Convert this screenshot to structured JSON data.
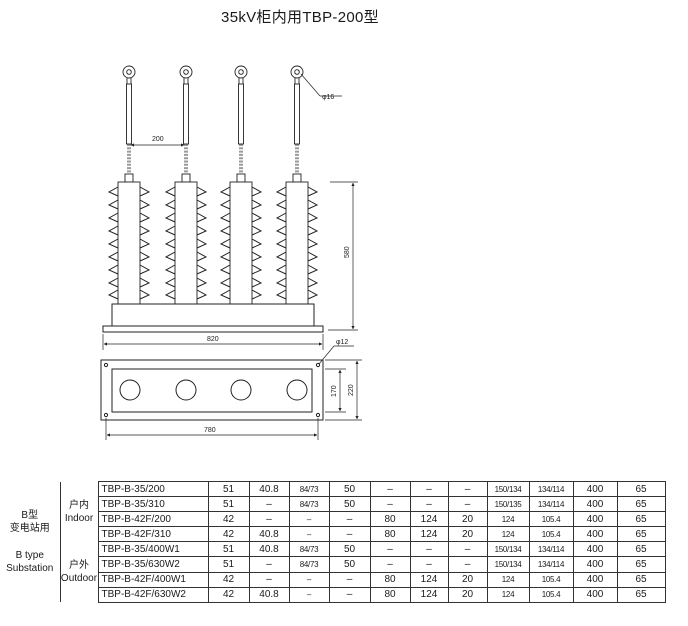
{
  "title": "35kV柜内用TBP-200型",
  "dimensions": {
    "pitch": "200",
    "terminal_diameter": "φ16",
    "height": "580",
    "length": "820",
    "hole_diameter": "φ12",
    "depth_outer": "220",
    "depth_inner": "170",
    "hole_spacing": "780"
  },
  "table": {
    "group_lines": [
      "B型",
      "变电站用",
      "B type",
      "Substation"
    ],
    "indoor": [
      "户内",
      "Indoor"
    ],
    "outdoor": [
      "户外",
      "Outdoor"
    ],
    "rows": [
      [
        "TBP-B-35/200",
        "51",
        "40.8",
        "84/73",
        "50",
        "–",
        "–",
        "–",
        "150/134",
        "134/114",
        "400",
        "65"
      ],
      [
        "TBP-B-35/310",
        "51",
        "–",
        "84/73",
        "50",
        "–",
        "–",
        "–",
        "150/135",
        "134/114",
        "400",
        "65"
      ],
      [
        "TBP-B-42F/200",
        "42",
        "–",
        "–",
        "–",
        "80",
        "124",
        "20",
        "124",
        "105.4",
        "400",
        "65"
      ],
      [
        "TBP-B-42F/310",
        "42",
        "40.8",
        "–",
        "–",
        "80",
        "124",
        "20",
        "124",
        "105.4",
        "400",
        "65"
      ],
      [
        "TBP-B-35/400W1",
        "51",
        "40.8",
        "84/73",
        "50",
        "–",
        "–",
        "–",
        "150/134",
        "134/114",
        "400",
        "65"
      ],
      [
        "TBP-B-35/630W2",
        "51",
        "–",
        "84/73",
        "50",
        "–",
        "–",
        "–",
        "150/134",
        "134/114",
        "400",
        "65"
      ],
      [
        "TBP-B-42F/400W1",
        "42",
        "–",
        "–",
        "–",
        "80",
        "124",
        "20",
        "124",
        "105.4",
        "400",
        "65"
      ],
      [
        "TBP-B-42F/630W2",
        "42",
        "40.8",
        "–",
        "–",
        "80",
        "124",
        "20",
        "124",
        "105.4",
        "400",
        "65"
      ]
    ]
  }
}
